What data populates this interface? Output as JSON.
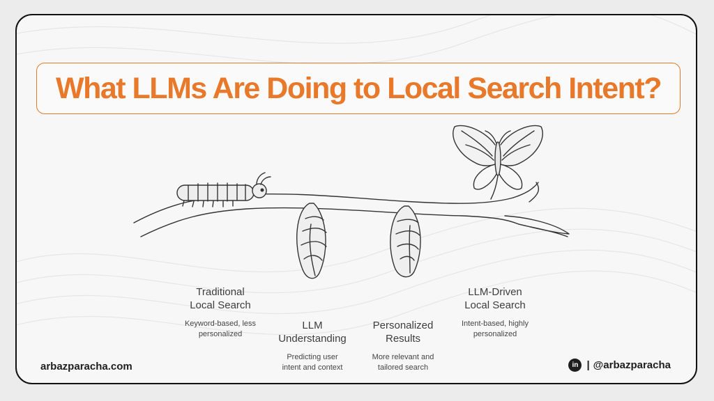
{
  "title": "What LLMs Are Doing to Local Search Intent?",
  "stages": [
    {
      "title_line1": "Traditional",
      "title_line2": "Local Search",
      "desc_line1": "Keyword-based, less",
      "desc_line2": "personalized",
      "icon": "caterpillar-icon"
    },
    {
      "title_line1": "LLM",
      "title_line2": "Understanding",
      "desc_line1": "Predicting user",
      "desc_line2": "intent and context",
      "icon": "chrysalis-icon"
    },
    {
      "title_line1": "Personalized",
      "title_line2": "Results",
      "desc_line1": "More relevant and",
      "desc_line2": "tailored search",
      "icon": "chrysalis-icon"
    },
    {
      "title_line1": "LLM-Driven",
      "title_line2": "Local Search",
      "desc_line1": "Intent-based, highly",
      "desc_line2": "personalized",
      "icon": "butterfly-icon"
    }
  ],
  "footer": {
    "website": "arbazparacha.com",
    "social_icon_text": "in",
    "separator": "|",
    "handle": "@arbazparacha"
  },
  "colors": {
    "accent": "#e8792a",
    "text": "#3d3d3d",
    "border": "#111111"
  }
}
